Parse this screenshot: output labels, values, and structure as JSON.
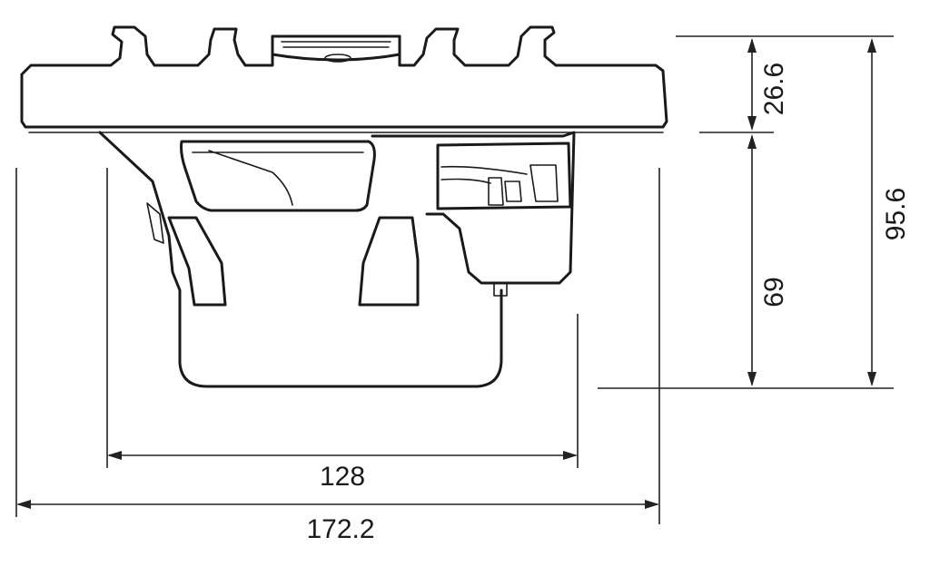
{
  "dimensions": {
    "depth_total": "95.6",
    "depth_top": "26.6",
    "depth_bottom": "69",
    "width_inner": "128",
    "width_outer": "172.2"
  }
}
